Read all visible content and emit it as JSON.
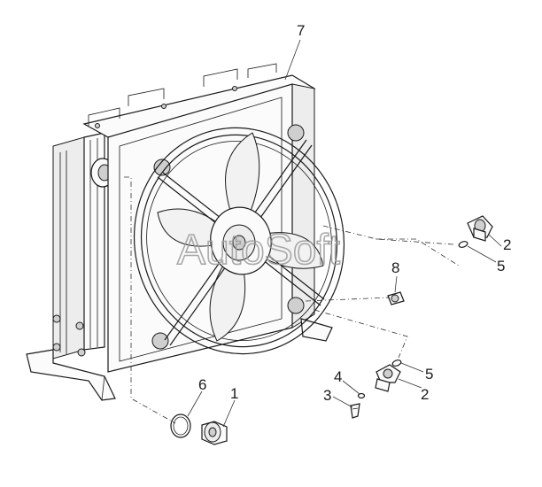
{
  "watermark": "AutoSoft",
  "callouts": {
    "c1": "1",
    "c2a": "2",
    "c2b": "2",
    "c3": "3",
    "c4": "4",
    "c5a": "5",
    "c5b": "5",
    "c6": "6",
    "c7": "7",
    "c8": "8"
  }
}
